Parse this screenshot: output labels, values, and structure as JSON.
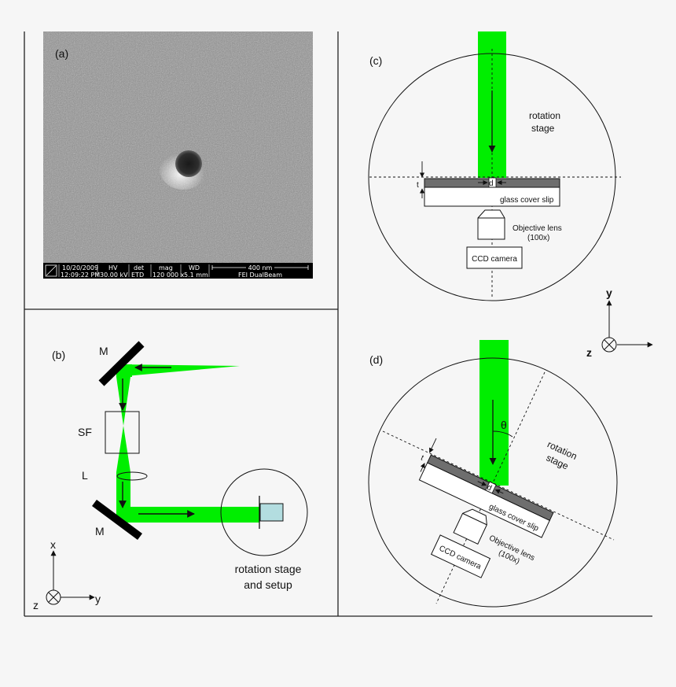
{
  "panels": {
    "a": {
      "label": "(a)",
      "sem_info": {
        "date": "10/20/2009",
        "time": "12:09:22 PM",
        "hv_label": "HV",
        "hv_value": "30.00 kV",
        "det_label": "det",
        "det_value": "ETD",
        "mag_label": "mag",
        "mag_value": "120 000 x",
        "wd_label": "WD",
        "wd_value": "5.1 mm",
        "scale_value": "400 nm",
        "instrument": "FEI DualBeam"
      }
    },
    "b": {
      "label": "(b)",
      "mirror_label_top": "M",
      "mirror_label_bottom": "M",
      "spatial_filter_label": "SF",
      "lens_label": "L",
      "stage_label_line1": "rotation stage",
      "stage_label_line2": "and setup",
      "axis_x": "x",
      "axis_y": "y",
      "axis_z": "z"
    },
    "c": {
      "label": "(c)",
      "stage_label_line1": "rotation",
      "stage_label_line2": "stage",
      "thickness_label": "t",
      "diameter_label": "d",
      "cover_slip_label": "glass cover slip",
      "objective_label_line1": "Objective lens",
      "objective_label_line2": "(100x)",
      "camera_label": "CCD camera"
    },
    "axes_cd": {
      "axis_y": "y",
      "axis_z": "z"
    },
    "d": {
      "label": "(d)",
      "angle_label": "θ",
      "stage_label_line1": "rotation",
      "stage_label_line2": "stage",
      "thickness_label": "t",
      "diameter_label": "d",
      "cover_slip_label": "glass cover slip",
      "objective_label_line1": "Objective lens",
      "objective_label_line2": "(100x)",
      "camera_label": "CCD camera"
    }
  },
  "colors": {
    "laser_beam": "#00ee00",
    "sample_film": "#6e6e6e",
    "camera_chip": "#b3dde0",
    "line": "#111111"
  }
}
